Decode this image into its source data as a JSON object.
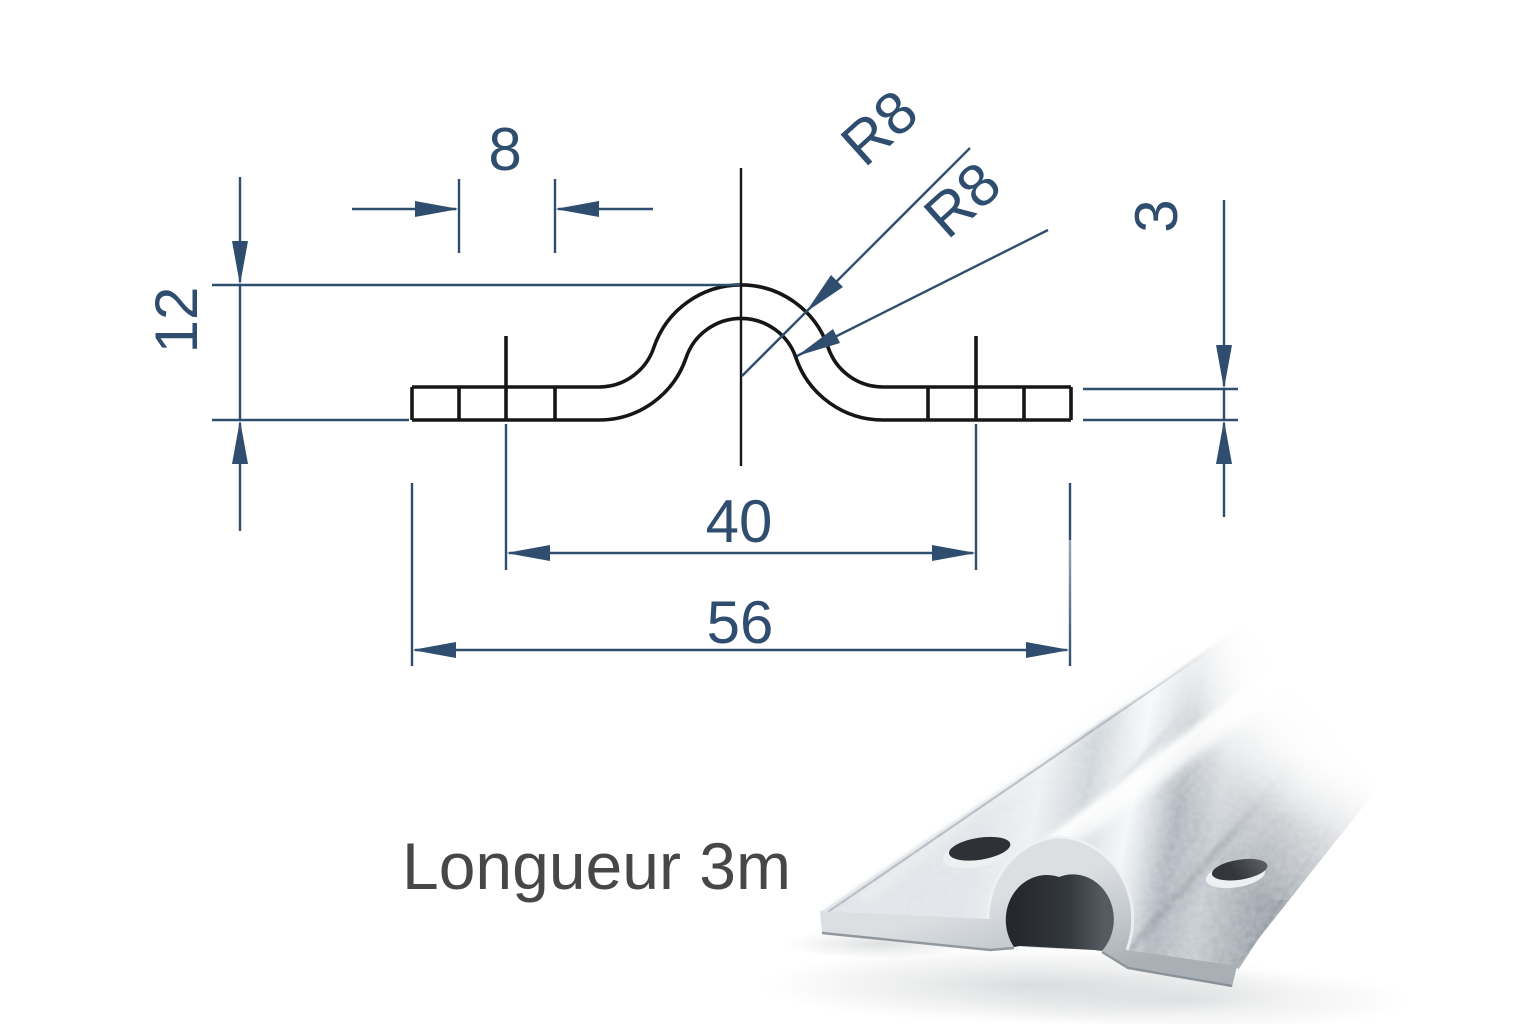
{
  "drawing": {
    "type": "technical-cross-section",
    "part": "omega-rail-profile",
    "dimensions": {
      "hole_width": "8",
      "total_height": "12",
      "radius_outer": "R8",
      "radius_inner": "R8",
      "sheet_thickness": "3",
      "hole_spacing": "40",
      "total_width": "56"
    },
    "caption": {
      "length_label": "Longueur 3m"
    },
    "colors": {
      "dimension_blue": "#2f4d6e",
      "outline_black": "#161616",
      "caption_gray": "#474747",
      "metal_highlight": "#f4f6f8",
      "metal_mid": "#c7cdd2",
      "metal_dark": "#99a0a7",
      "hole_shadow": "#2e3236",
      "background": "#ffffff"
    }
  }
}
